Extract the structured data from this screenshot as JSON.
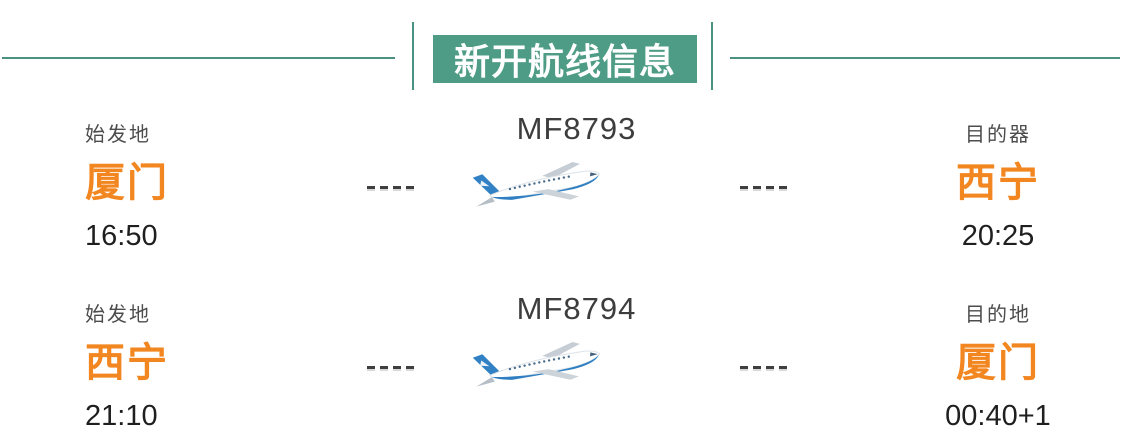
{
  "banner": {
    "title": "新开航线信息"
  },
  "colors": {
    "banner_teal": "#4E9C85",
    "line_teal": "#4A9181",
    "city_orange": "#F28620",
    "plane_blue": "#2F7FC2",
    "text_dark": "#1F1F1F",
    "label_gray": "#4C4C4C"
  },
  "icons": {
    "plane": "airplane-icon",
    "dashes": "dashed-route-connector"
  },
  "flights": [
    {
      "flight_no": "MF8793",
      "origin": {
        "label": "始发地",
        "city": "厦门",
        "time": "16:50"
      },
      "destination": {
        "label": "目的器",
        "city": "西宁",
        "time": "20:25"
      }
    },
    {
      "flight_no": "MF8794",
      "origin": {
        "label": "始发地",
        "city": "西宁",
        "time": "21:10"
      },
      "destination": {
        "label": "目的地",
        "city": "厦门",
        "time": "00:40+1"
      }
    }
  ]
}
